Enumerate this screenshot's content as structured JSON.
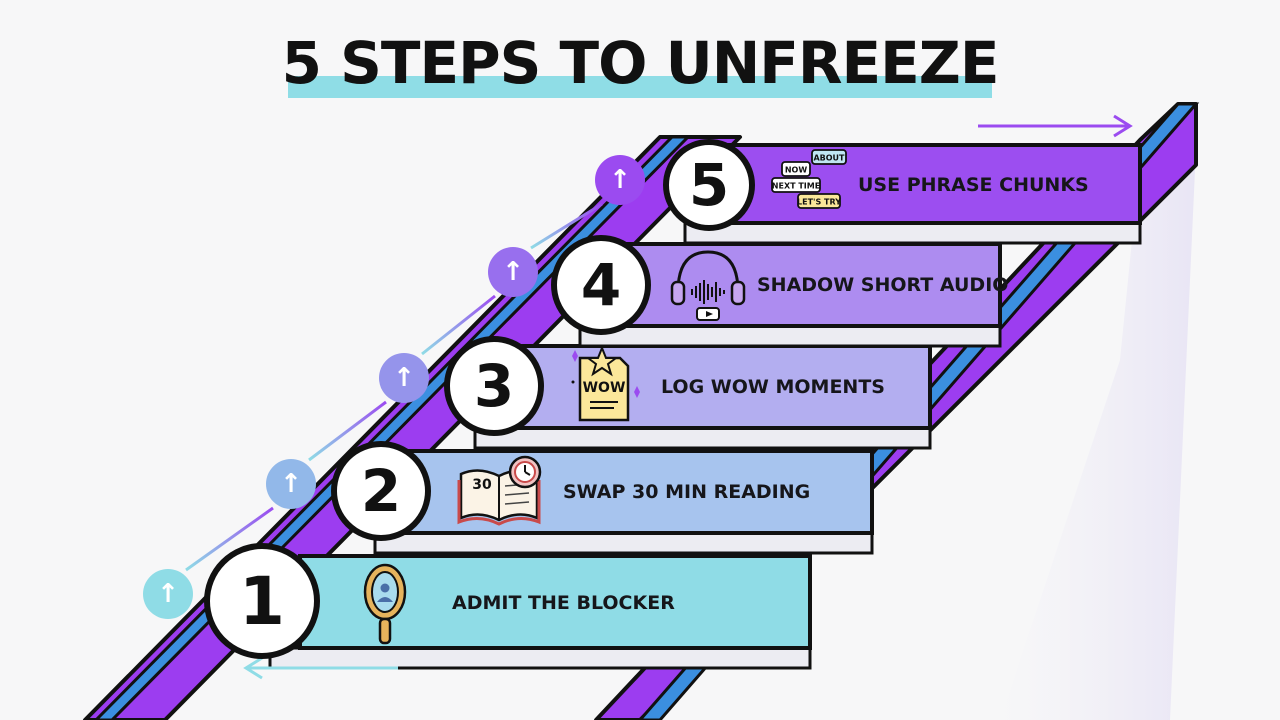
{
  "title": "5 STEPS TO UNFREEZE",
  "steps": [
    {
      "number": "1",
      "label": "ADMIT THE BLOCKER",
      "icon": "hand-mirror-icon",
      "color": "#8fdce6"
    },
    {
      "number": "2",
      "label": "SWAP 30 MIN READING",
      "icon": "open-book-clock-icon",
      "color": "#a7c4ee"
    },
    {
      "number": "3",
      "label": "LOG WOW MOMENTS",
      "icon": "wow-note-icon",
      "color": "#b3aef0"
    },
    {
      "number": "4",
      "label": "SHADOW SHORT AUDIO",
      "icon": "headphones-audio-icon",
      "color": "#ad8cf0"
    },
    {
      "number": "5",
      "label": "USE PHRASE CHUNKS",
      "icon": "speech-bubbles-icon",
      "color": "#9c4ef0"
    }
  ],
  "icon_text": {
    "book": "30",
    "note": "WOW",
    "bubbles": [
      "ABOUT",
      "NOW",
      "NEXT TIME",
      "LET'S TRY"
    ]
  },
  "colors": {
    "rail_purple": "#9c3df0",
    "rail_blue": "#3b8fe0",
    "outline": "#111111",
    "arrow_teal": "#8fdce6",
    "arrow_purple": "#9b4bf0"
  }
}
